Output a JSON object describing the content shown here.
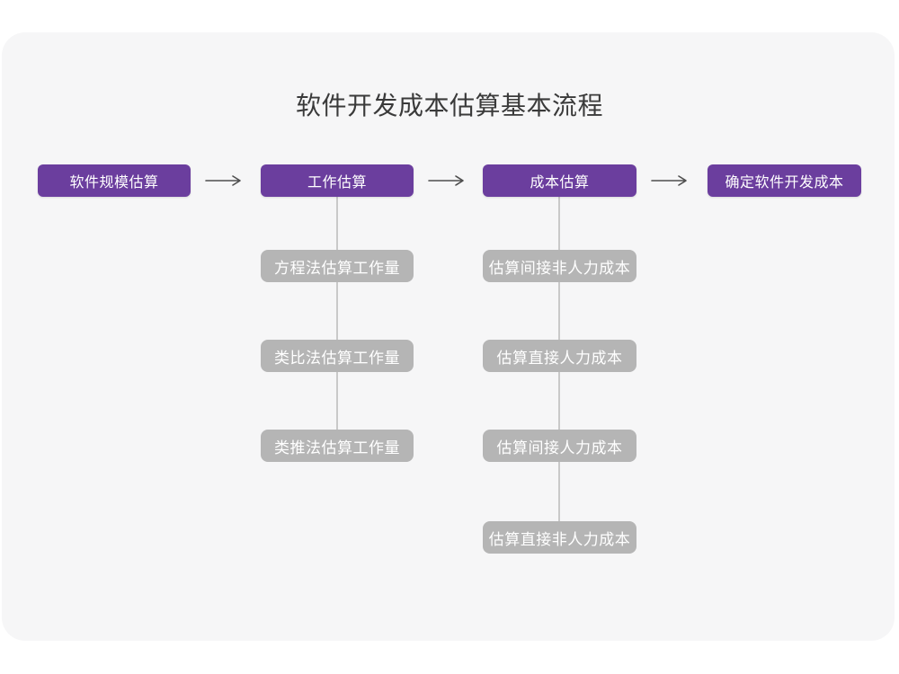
{
  "title": "软件开发成本估算基本流程",
  "flow": {
    "steps": [
      "软件规模估算",
      "工作估算",
      "成本估算",
      "确定软件开发成本"
    ],
    "work_methods": [
      "方程法估算工作量",
      "类比法估算工作量",
      "类推法估算工作量"
    ],
    "cost_steps": [
      "估算间接非人力成本",
      "估算直接人力成本",
      "估算间接人力成本",
      "估算直接非人力成本"
    ]
  },
  "colors": {
    "step_box": "#6B3E9E",
    "sub_box": "#B5B5B5",
    "card_background": "#F6F6F7",
    "page_background": "#FFFFFF",
    "arrow": "#4F4F4F",
    "connector_line": "#C9C9C9",
    "title_text": "#3A3A3A",
    "box_text": "#FFFFFF"
  }
}
